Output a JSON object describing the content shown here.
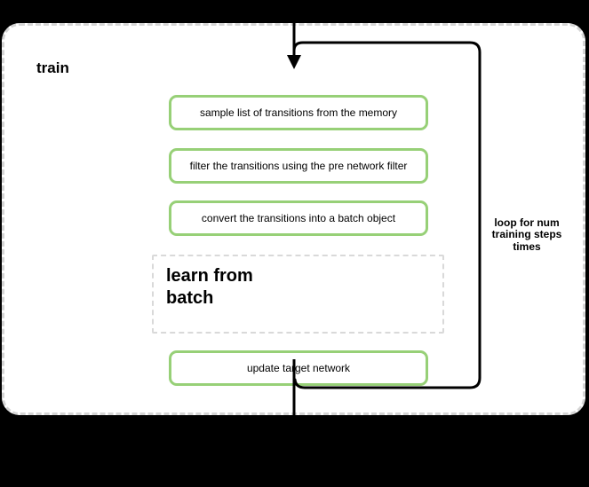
{
  "diagram": {
    "title": "train",
    "steps": [
      {
        "label": "sample list of transitions from the memory"
      },
      {
        "label": "filter the transitions using the pre network filter"
      },
      {
        "label": "convert the transitions into a batch object"
      }
    ],
    "learn_box": {
      "line1": "learn from",
      "line2": "batch"
    },
    "update_step": {
      "label": "update target network"
    },
    "loop_label": {
      "line1": "loop for num",
      "line2": "training steps",
      "line3": "times"
    },
    "colors": {
      "page_background": "#000000",
      "container_fill": "#ffffff",
      "container_border": "#d5d5d5",
      "step_border": "#97d077",
      "learn_box_border": "#d9d9d9",
      "flow_line": "#000000",
      "text": "#000000"
    }
  }
}
